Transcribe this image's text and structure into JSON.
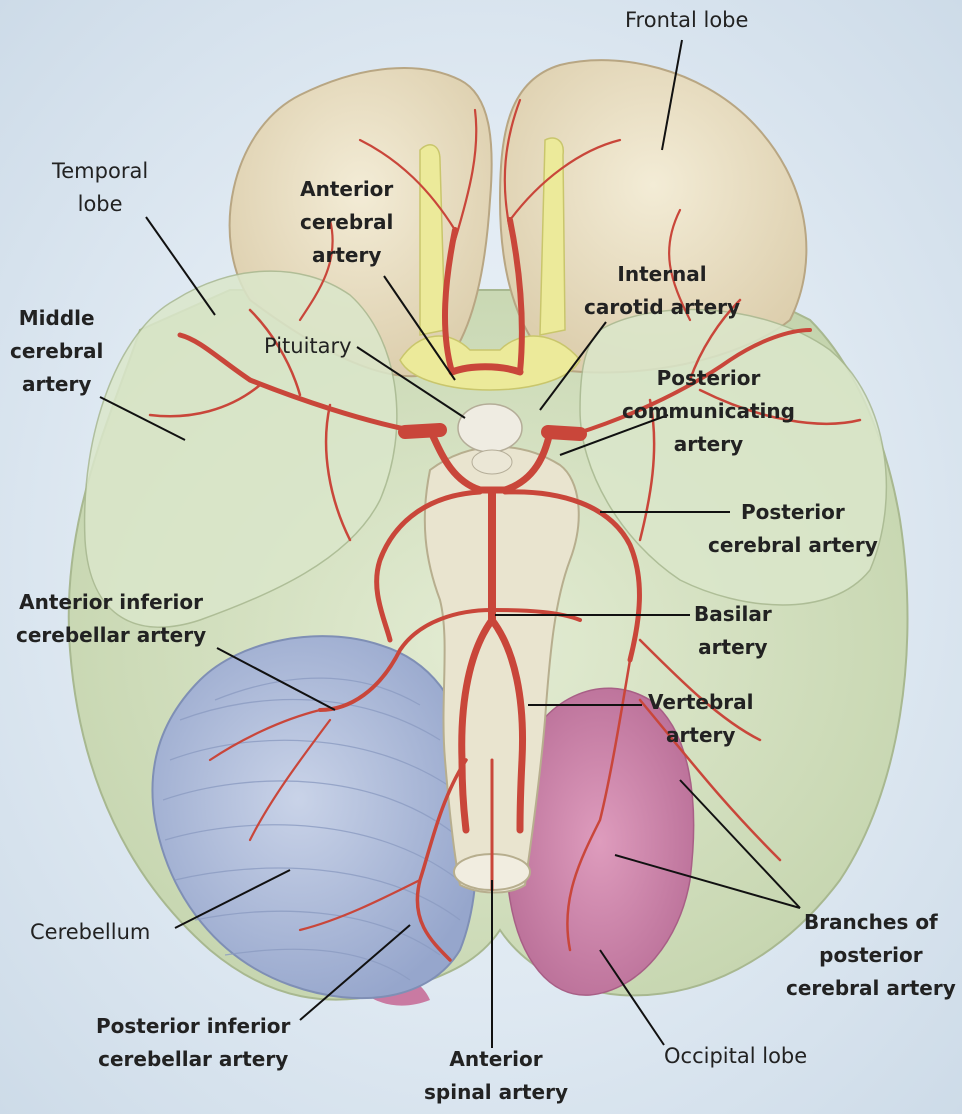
{
  "labels": {
    "frontal_lobe": "Frontal lobe",
    "temporal_lobe": [
      "Temporal",
      "lobe"
    ],
    "middle_cerebral_artery": [
      "Middle",
      "cerebral",
      "artery"
    ],
    "anterior_cerebral_artery": [
      "Anterior",
      "cerebral",
      "artery"
    ],
    "internal_carotid_artery": [
      "Internal",
      "carotid artery"
    ],
    "pituitary": "Pituitary",
    "posterior_communicating_artery": [
      "Posterior",
      "communicating",
      "artery"
    ],
    "posterior_cerebral_artery": [
      "Posterior",
      "cerebral artery"
    ],
    "anterior_inferior_cerebellar_artery": [
      "Anterior inferior",
      "cerebellar artery"
    ],
    "basilar_artery": [
      "Basilar",
      "artery"
    ],
    "vertebral_artery": [
      "Vertebral",
      "artery"
    ],
    "branches_of_posterior_cerebral_artery": [
      "Branches of",
      "posterior",
      "cerebral artery"
    ],
    "cerebellum": "Cerebellum",
    "posterior_inferior_cerebellar_artery": [
      "Posterior inferior",
      "cerebellar artery"
    ],
    "anterior_spinal_artery": [
      "Anterior",
      "spinal artery"
    ],
    "occipital_lobe": "Occipital lobe"
  },
  "colors": {
    "frontal_lobe": "#ece2c8",
    "temporal_lobe": "#d6e3c4",
    "cerebellum": "#b7c4de",
    "occipital_lobe": "#d58aae",
    "artery": "#c9463a",
    "brainstem": "#e9e4cf",
    "optic": "#ecea9a"
  }
}
